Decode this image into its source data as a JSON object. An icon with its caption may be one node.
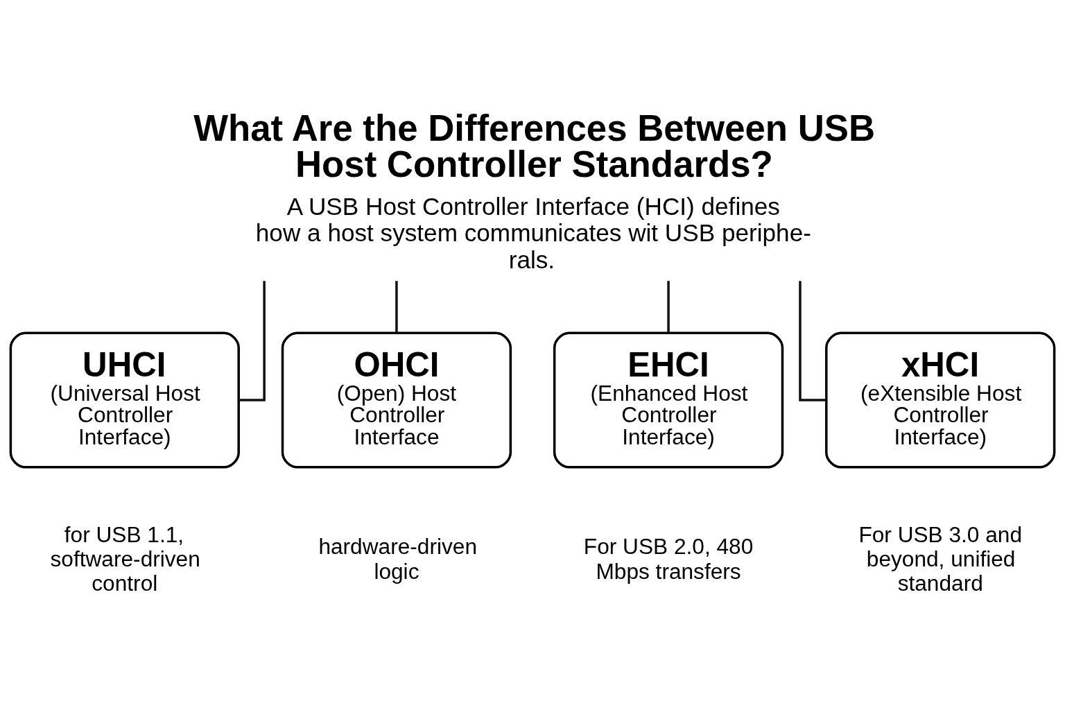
{
  "diagram": {
    "title": "What Are the Differences Between USB Host Controller Standards?",
    "nodes": [
      {
        "text": [
          "A USB Host Controller Interface (HCI) defines how a host system communicates wit USB periphe- rals."
        ]
      },
      {
        "text": [
          "UHCI",
          "(Universal Host Controller Interface)"
        ],
        "beside": [
          "for USB 1.1, software-driven control"
        ]
      },
      {
        "text": [
          "OHCI",
          "(Open) Host Controller Interface"
        ],
        "beside": [
          "hardware-driven logic"
        ]
      },
      {
        "text": [
          "EHCI",
          "(Enhanced Host Controller Interface)"
        ],
        "beside": [
          "For USB 2.0, 480 Mbps transfers"
        ]
      },
      {
        "text": [
          "xHCI",
          "(eXtensible Host Controller Interface)"
        ],
        "beside": [
          "For USB 3.0 and beyond, unified standard"
        ]
      }
    ],
    "edges": [
      {
        "from": 0,
        "to": 1,
        "arrow": "none"
      },
      {
        "from": 0,
        "to": 2,
        "arrow": "none"
      },
      {
        "from": 0,
        "to": 3,
        "arrow": "none"
      },
      {
        "from": 0,
        "to": 4,
        "arrow": "none"
      }
    ]
  }
}
